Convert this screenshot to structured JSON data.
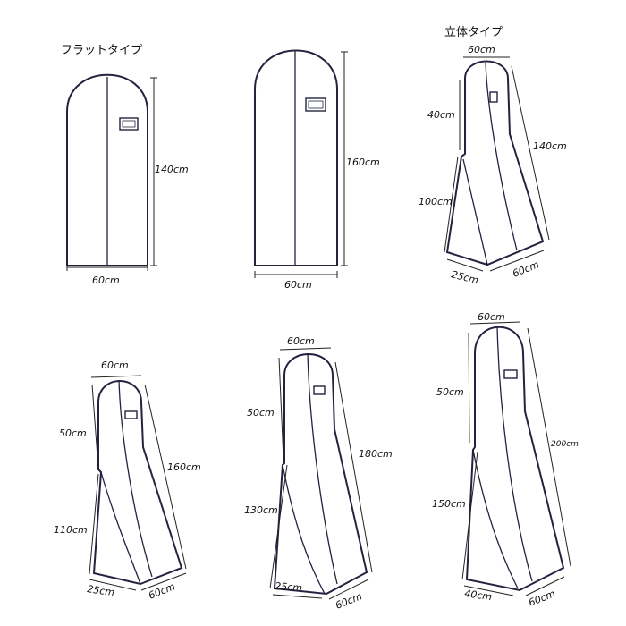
{
  "headings": {
    "flat": "フラットタイプ",
    "solid": "立体タイプ"
  },
  "bags": {
    "flat_140": {
      "width": "60cm",
      "height": "140cm"
    },
    "flat_160": {
      "width": "60cm",
      "height": "160cm"
    },
    "solid_140": {
      "top": "60cm",
      "upper": "40cm",
      "lower": "100cm",
      "total": "140cm",
      "base_depth": "25cm",
      "base_width": "60cm"
    },
    "solid_160": {
      "top": "60cm",
      "upper": "50cm",
      "lower": "110cm",
      "total": "160cm",
      "base_depth": "25cm",
      "base_width": "60cm"
    },
    "solid_180": {
      "top": "60cm",
      "upper": "50cm",
      "lower": "130cm",
      "total": "180cm",
      "base_depth": "25cm",
      "base_width": "60cm"
    },
    "solid_200": {
      "top": "60cm",
      "upper": "50cm",
      "lower": "150cm",
      "total": "200cm",
      "base_depth": "40cm",
      "base_width": "60cm"
    }
  }
}
